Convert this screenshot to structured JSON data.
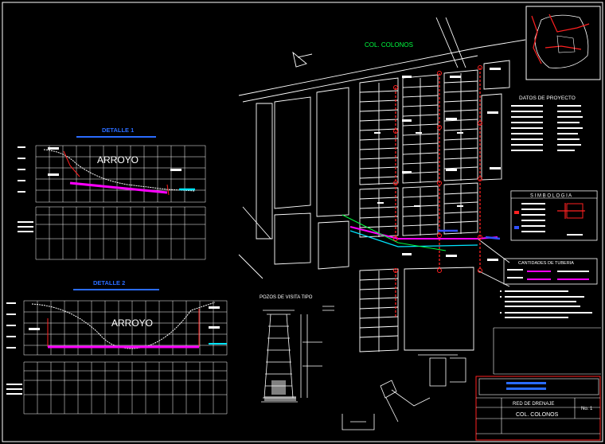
{
  "colors": {
    "background": "#000000",
    "lines": "#ffffff",
    "accent_red": "#ff2020",
    "accent_magenta": "#ff00ff",
    "accent_cyan": "#00e5ff",
    "accent_green": "#00ff40",
    "accent_blue": "#3050ff",
    "title_blue": "#2a6cff"
  },
  "neighborhood_label": "COL. COLONOS",
  "detail1": {
    "title": "DETALLE 1",
    "stream_label": "ARROYO"
  },
  "detail2": {
    "title": "DETALLE 2",
    "stream_label": "ARROYO"
  },
  "pozo": {
    "title": "POZOS  DE  VISITA  TIPO"
  },
  "datos": {
    "title": "DATOS DE PROYECTO"
  },
  "simbologia": {
    "title": "S I M B O L O G I A"
  },
  "cantidades": {
    "title": "CANTIDADES DE TUBERIA"
  },
  "title_block": {
    "project_label": "RED DE DRENAJE",
    "colonia": "COL. COLONOS",
    "sheet": "No. 1"
  }
}
